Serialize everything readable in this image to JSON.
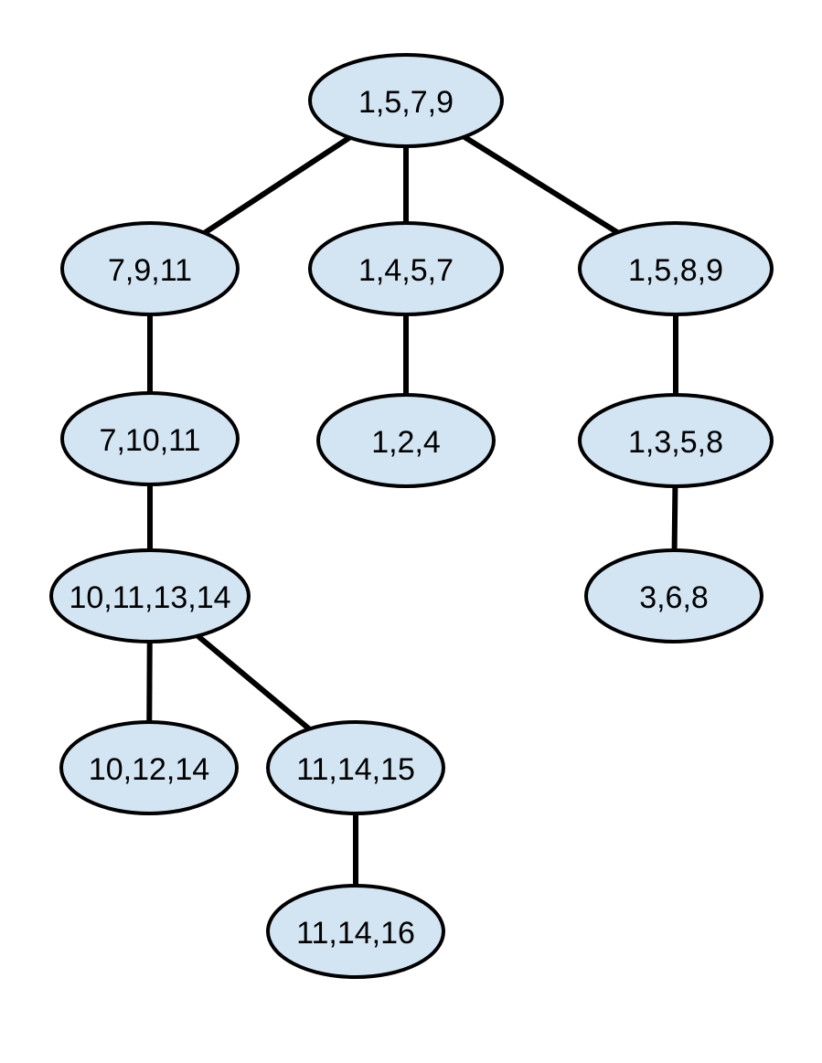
{
  "diagram": {
    "colors": {
      "node_fill": "#d3e5f3",
      "stroke": "#000000",
      "background": "#ffffff"
    },
    "nodes": [
      {
        "id": "n_1_5_7_9",
        "label": "1,5,7,9"
      },
      {
        "id": "n_7_9_11",
        "label": "7,9,11"
      },
      {
        "id": "n_1_4_5_7",
        "label": "1,4,5,7"
      },
      {
        "id": "n_1_5_8_9",
        "label": "1,5,8,9"
      },
      {
        "id": "n_7_10_11",
        "label": "7,10,11"
      },
      {
        "id": "n_1_2_4",
        "label": "1,2,4"
      },
      {
        "id": "n_1_3_5_8",
        "label": "1,3,5,8"
      },
      {
        "id": "n_10_11_13_14",
        "label": "10,11,13,14"
      },
      {
        "id": "n_3_6_8",
        "label": "3,6,8"
      },
      {
        "id": "n_10_12_14",
        "label": "10,12,14"
      },
      {
        "id": "n_11_14_15",
        "label": "11,14,15"
      },
      {
        "id": "n_11_14_16",
        "label": "11,14,16"
      }
    ],
    "edges": [
      {
        "from": "n_1_5_7_9",
        "to": "n_7_9_11"
      },
      {
        "from": "n_1_5_7_9",
        "to": "n_1_4_5_7"
      },
      {
        "from": "n_1_5_7_9",
        "to": "n_1_5_8_9"
      },
      {
        "from": "n_7_9_11",
        "to": "n_7_10_11"
      },
      {
        "from": "n_1_4_5_7",
        "to": "n_1_2_4"
      },
      {
        "from": "n_1_5_8_9",
        "to": "n_1_3_5_8"
      },
      {
        "from": "n_7_10_11",
        "to": "n_10_11_13_14"
      },
      {
        "from": "n_1_3_5_8",
        "to": "n_3_6_8"
      },
      {
        "from": "n_10_11_13_14",
        "to": "n_10_12_14"
      },
      {
        "from": "n_10_11_13_14",
        "to": "n_11_14_15"
      },
      {
        "from": "n_11_14_15",
        "to": "n_11_14_16"
      }
    ]
  }
}
